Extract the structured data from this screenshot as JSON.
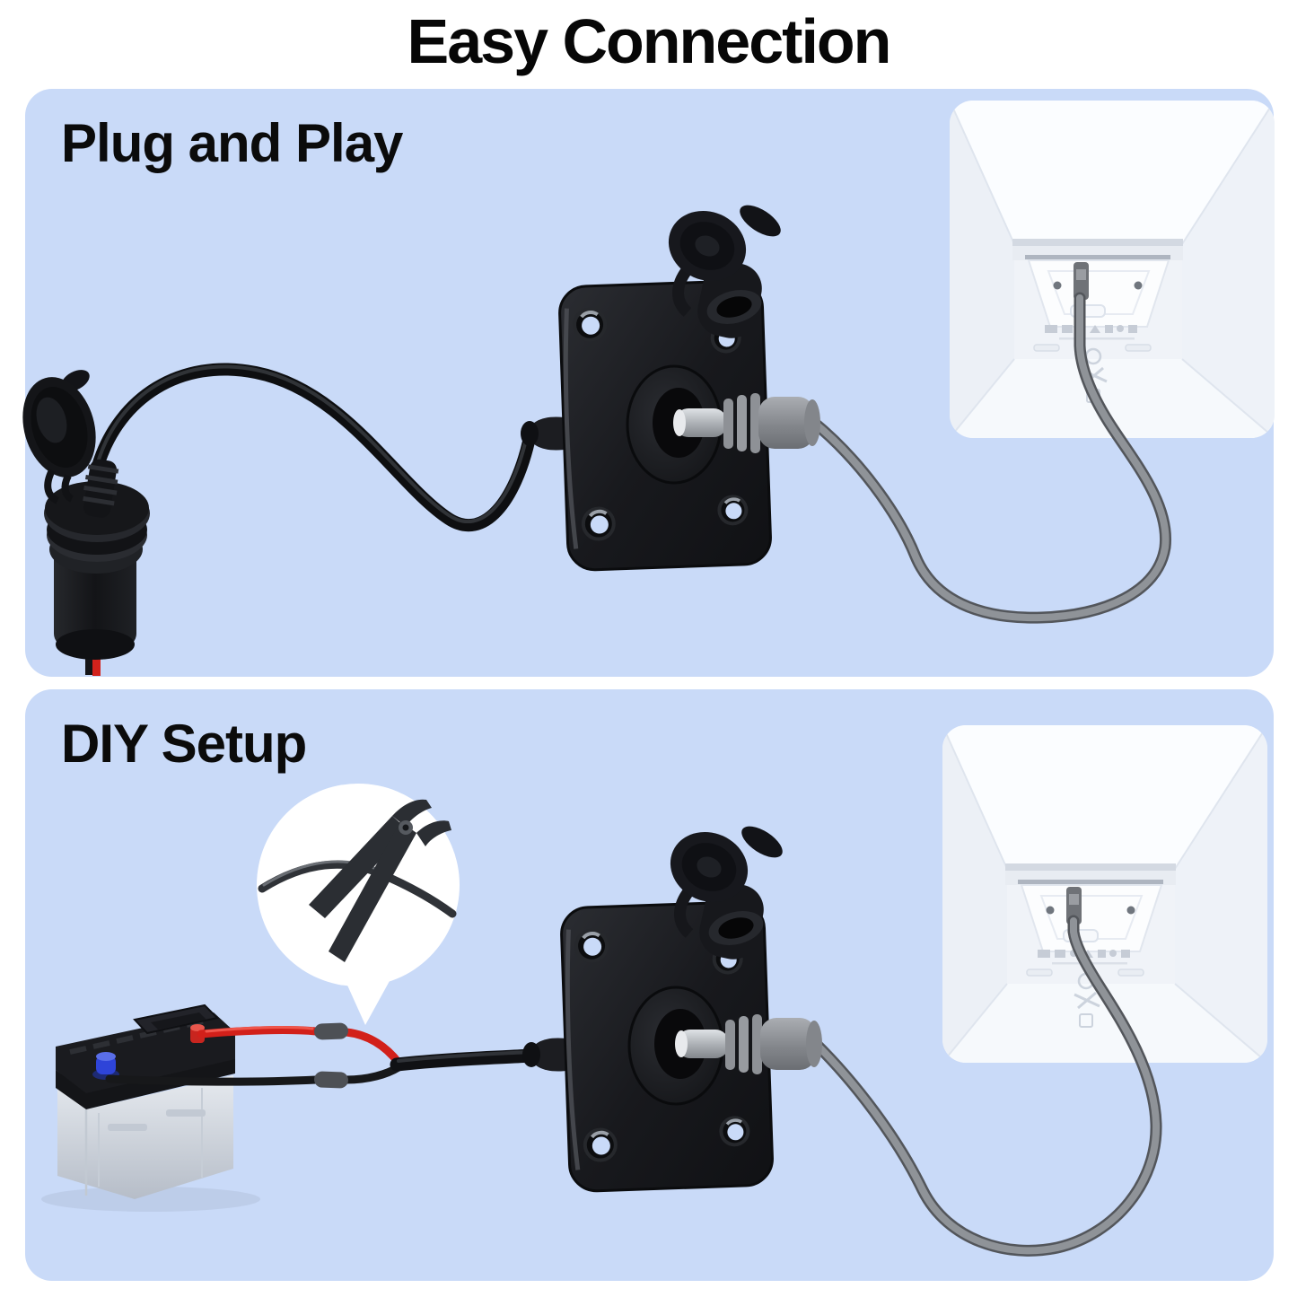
{
  "page": {
    "title": "Easy Connection",
    "background_color": "#ffffff",
    "title_color": "#070707"
  },
  "panels": [
    {
      "id": "plug-and-play",
      "heading": "Plug and Play",
      "background_color": "#c9daf8",
      "figures": [
        "12v-accessory-socket-plug",
        "black-power-cable",
        "flush-mount-plate",
        "rubber-port-cap",
        "dc-barrel-connector",
        "gray-antenna-cable",
        "antenna-back-panel"
      ]
    },
    {
      "id": "diy-setup",
      "heading": "DIY Setup",
      "background_color": "#c9daf8",
      "figures": [
        "car-battery",
        "positive-wire-red",
        "negative-wire-black",
        "splice-ferrules",
        "wire-cut-callout",
        "scissors-icon",
        "flush-mount-plate",
        "rubber-port-cap",
        "dc-barrel-connector",
        "gray-antenna-cable",
        "antenna-back-panel"
      ]
    }
  ],
  "colors": {
    "panel_blue": "#c9daf8",
    "device_black": "#17181c",
    "cable_gray": "#8f9398",
    "wire_red": "#d2201a",
    "wire_black": "#17181a",
    "antenna_white": "#f3f6fa",
    "battery_body_gray": "#d6dbe3",
    "terminal_blue": "#2e44d8",
    "terminal_red": "#c8251f",
    "connector_silver": "#c8cbd0"
  }
}
